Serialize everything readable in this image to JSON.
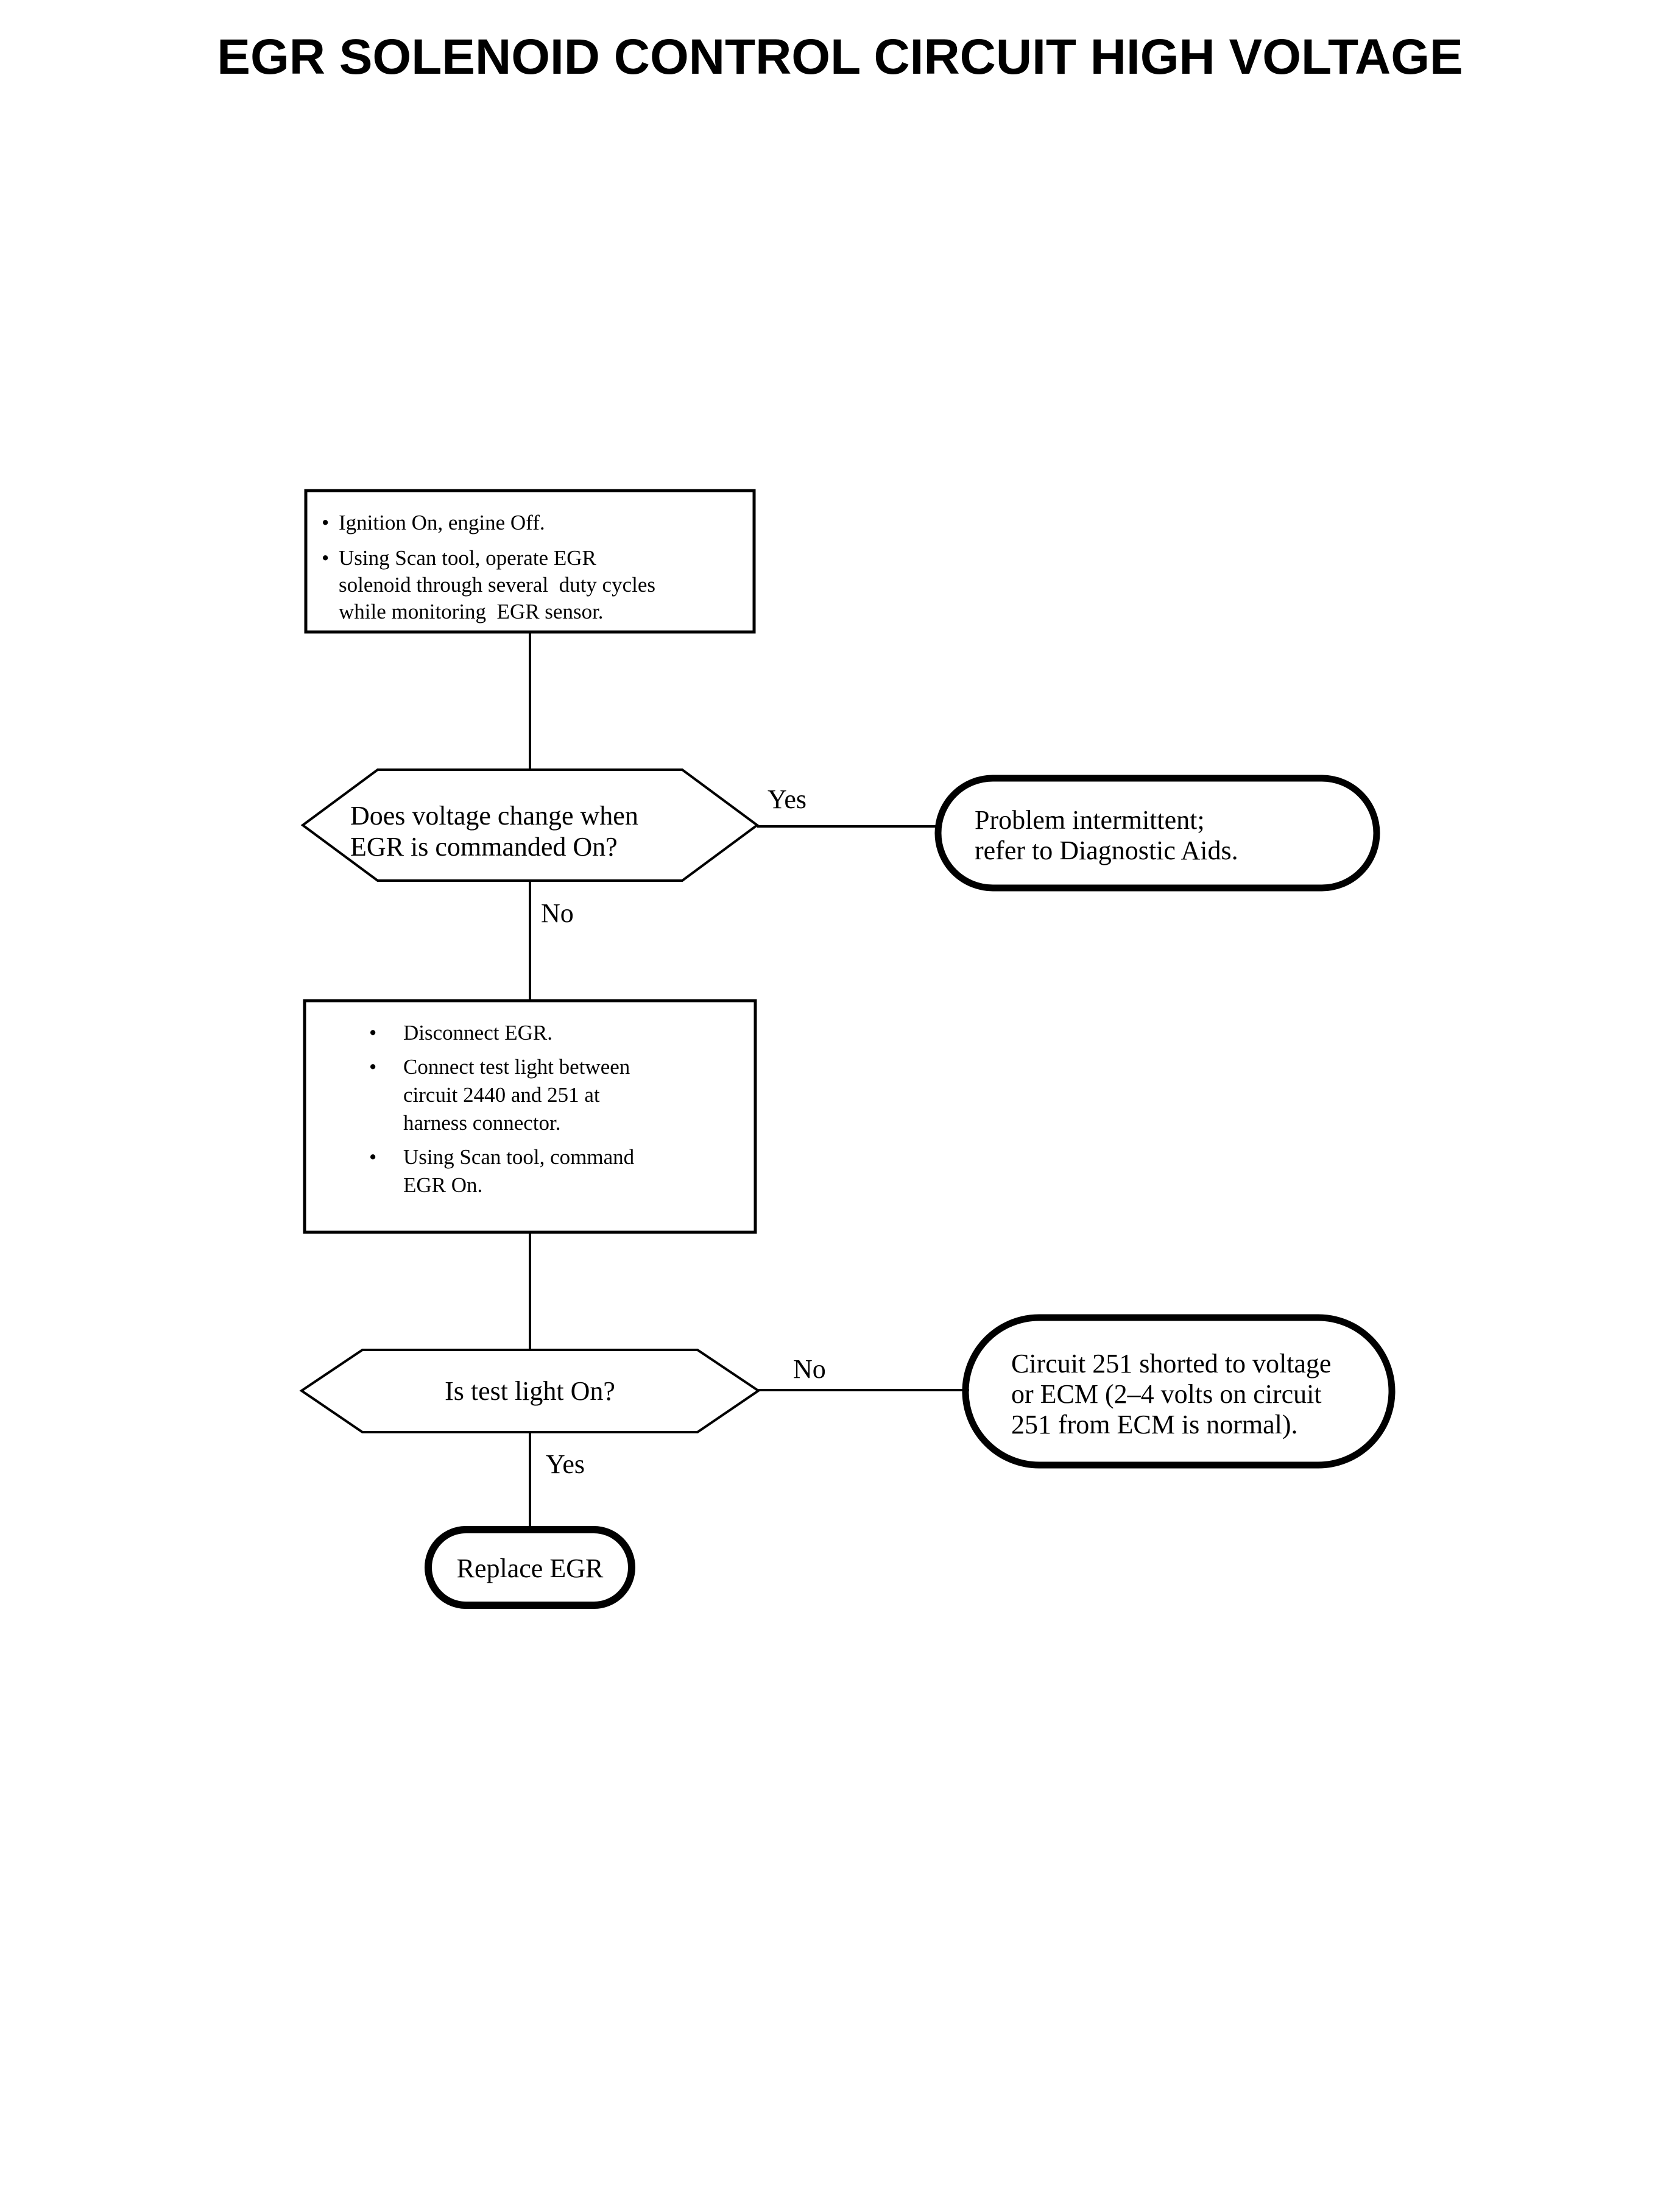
{
  "page": {
    "title": "EGR SOLENOID CONTROL CIRCUIT HIGH VOLTAGE"
  },
  "labels": {
    "bullet": "•"
  },
  "colors": {
    "ink": "#000000",
    "paper": "#ffffff"
  },
  "flowchart": {
    "step1": {
      "items": [
        {
          "lines": [
            "Ignition On, engine Off."
          ]
        },
        {
          "lines": [
            "Using Scan tool, operate EGR",
            "solenoid through several  duty cycles",
            "while monitoring  EGR sensor."
          ]
        }
      ]
    },
    "decision1": {
      "lines": [
        "Does voltage change when",
        "EGR is commanded On?"
      ],
      "yes": "Yes",
      "no": "No"
    },
    "result1": {
      "lines": [
        "Problem intermittent;",
        "refer to Diagnostic Aids."
      ]
    },
    "step2": {
      "items": [
        {
          "lines": [
            "Disconnect EGR."
          ]
        },
        {
          "lines": [
            "Connect test light between",
            "circuit 2440 and 251 at",
            "harness connector."
          ]
        },
        {
          "lines": [
            "Using Scan tool, command",
            "EGR On."
          ]
        }
      ]
    },
    "decision2": {
      "lines": [
        "Is test light On?"
      ],
      "yes": "Yes",
      "no": "No"
    },
    "result2": {
      "lines": [
        "Circuit 251 shorted to voltage",
        "or ECM (2–4 volts on circuit",
        "251 from ECM is normal)."
      ]
    },
    "terminal": {
      "label": "Replace EGR"
    }
  }
}
